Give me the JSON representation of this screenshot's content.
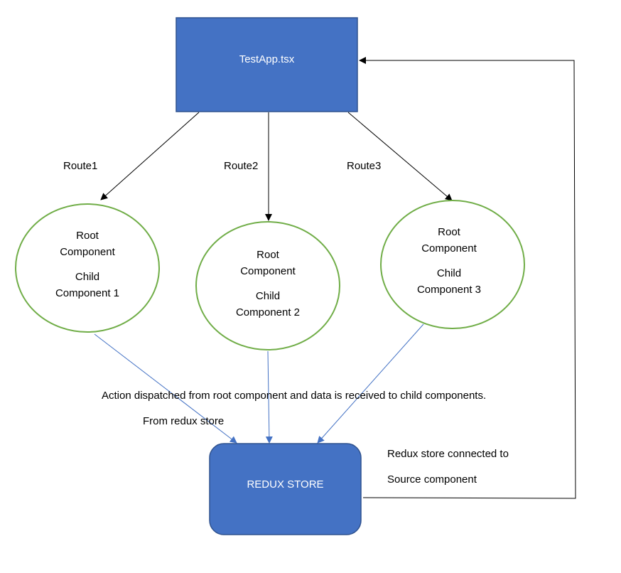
{
  "colors": {
    "box_fill": "#4472C4",
    "box_stroke": "#2F528F",
    "ellipse_stroke": "#70AD47",
    "black_arrow": "#000000",
    "blue_arrow": "#4472C4"
  },
  "top_box": {
    "label": "TestApp.tsx"
  },
  "store_box": {
    "label": "REDUX STORE"
  },
  "routes": [
    "Route1",
    "Route2",
    "Route3"
  ],
  "nodes": [
    {
      "line1": "Root",
      "line2": "Component",
      "line3": "Child",
      "line4": "Component 1"
    },
    {
      "line1": "Root",
      "line2": "Component",
      "line3": "Child",
      "line4": "Component 2"
    },
    {
      "line1": "Root",
      "line2": "Component",
      "line3": "Child",
      "line4": "Component 3"
    }
  ],
  "annotations": {
    "action": "Action dispatched from root component and data is received to child components.",
    "from_redux": "From redux store",
    "connected_line1": "Redux store connected to",
    "connected_line2": "Source component"
  }
}
